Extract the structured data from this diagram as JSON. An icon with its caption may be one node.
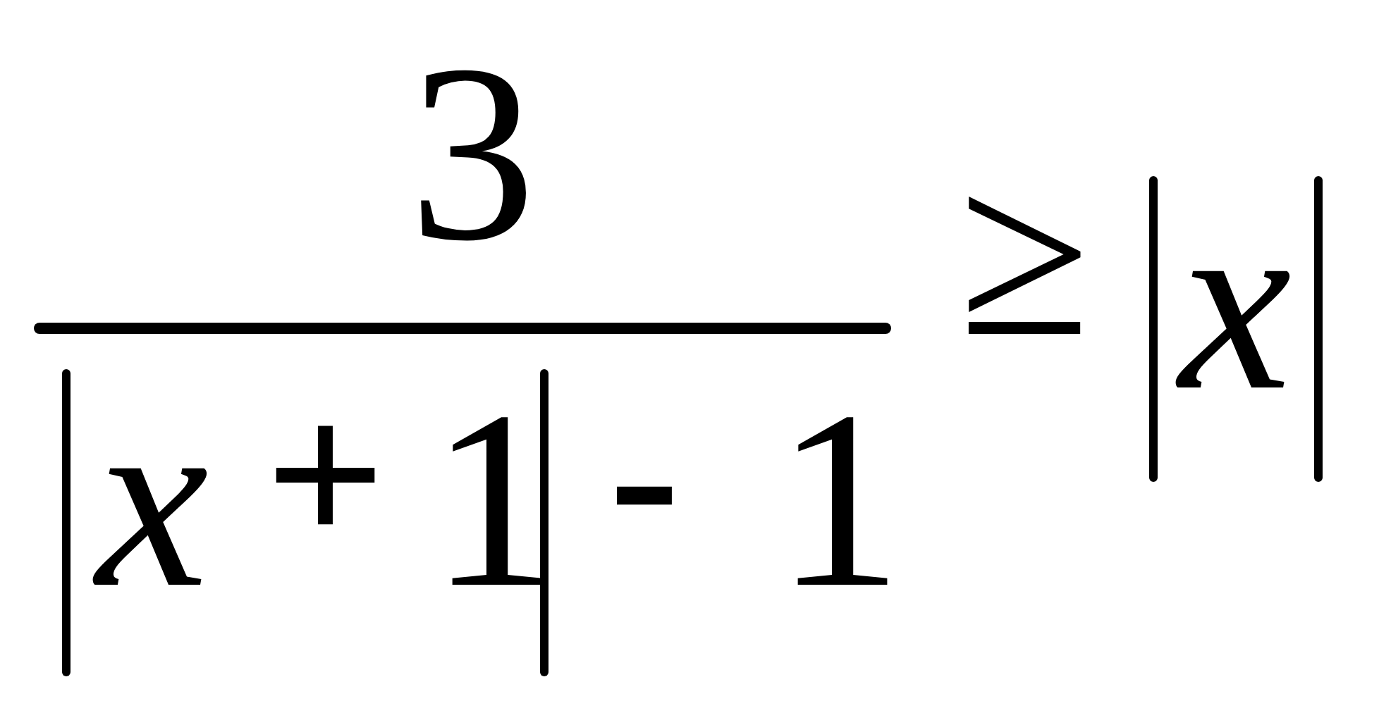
{
  "diagram": {
    "labels": [
      "3",
      "x",
      "+",
      "1",
      "-",
      "1",
      "≥",
      "x"
    ]
  }
}
